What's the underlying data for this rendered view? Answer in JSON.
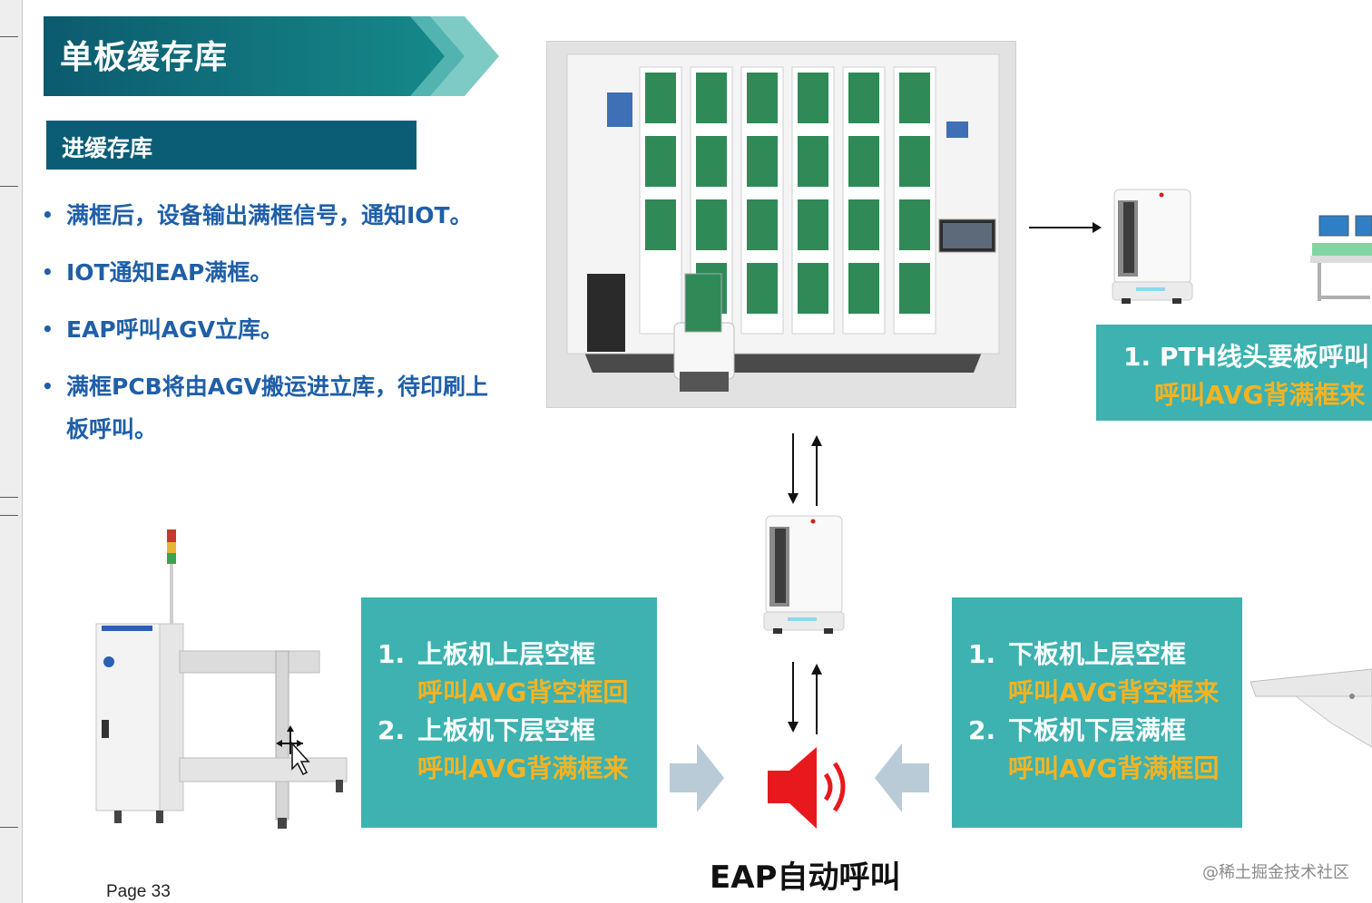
{
  "title": "单板缓存库",
  "subtitle": "进缓存库",
  "bullets": [
    "满框后，设备输出满框信号，通知IOT。",
    "IOT通知EAP满框。",
    "EAP呼叫AGV立库。",
    "满框PCB将由AGV搬运进立库，待印刷上板呼叫。"
  ],
  "callout_top": {
    "num": "1.",
    "line1": "PTH线头要板呼叫",
    "line2": "呼叫AVG背满框来"
  },
  "callout_left": {
    "item1_num": "1.",
    "item1_title": "上板机上层空框",
    "item1_action": "呼叫AVG背空框回",
    "item2_num": "2.",
    "item2_title": "上板机下层空框",
    "item2_action": "呼叫AVG背满框来"
  },
  "callout_right": {
    "item1_num": "1.",
    "item1_title": "下板机上层空框",
    "item1_action": "呼叫AVG背空框来",
    "item2_num": "2.",
    "item2_title": "下板机下层满框",
    "item2_action": "呼叫AVG背满框回"
  },
  "eap_label": "EAP自动呼叫",
  "page_number": "Page 33",
  "watermark": "@稀土掘金技术社区",
  "colors": {
    "title_bg": "#0c5a6e",
    "chevron": "#52b3b1",
    "bullet_text": "#1f5fa8",
    "callout_bg": "#3db2b0",
    "callout_highlight": "#f4b323",
    "speaker": "#e8191d",
    "flow_arrow": "#b9cbd6"
  },
  "icons": {
    "speaker": "speaker-sound-icon",
    "cursor": "mouse-cursor-icon"
  }
}
